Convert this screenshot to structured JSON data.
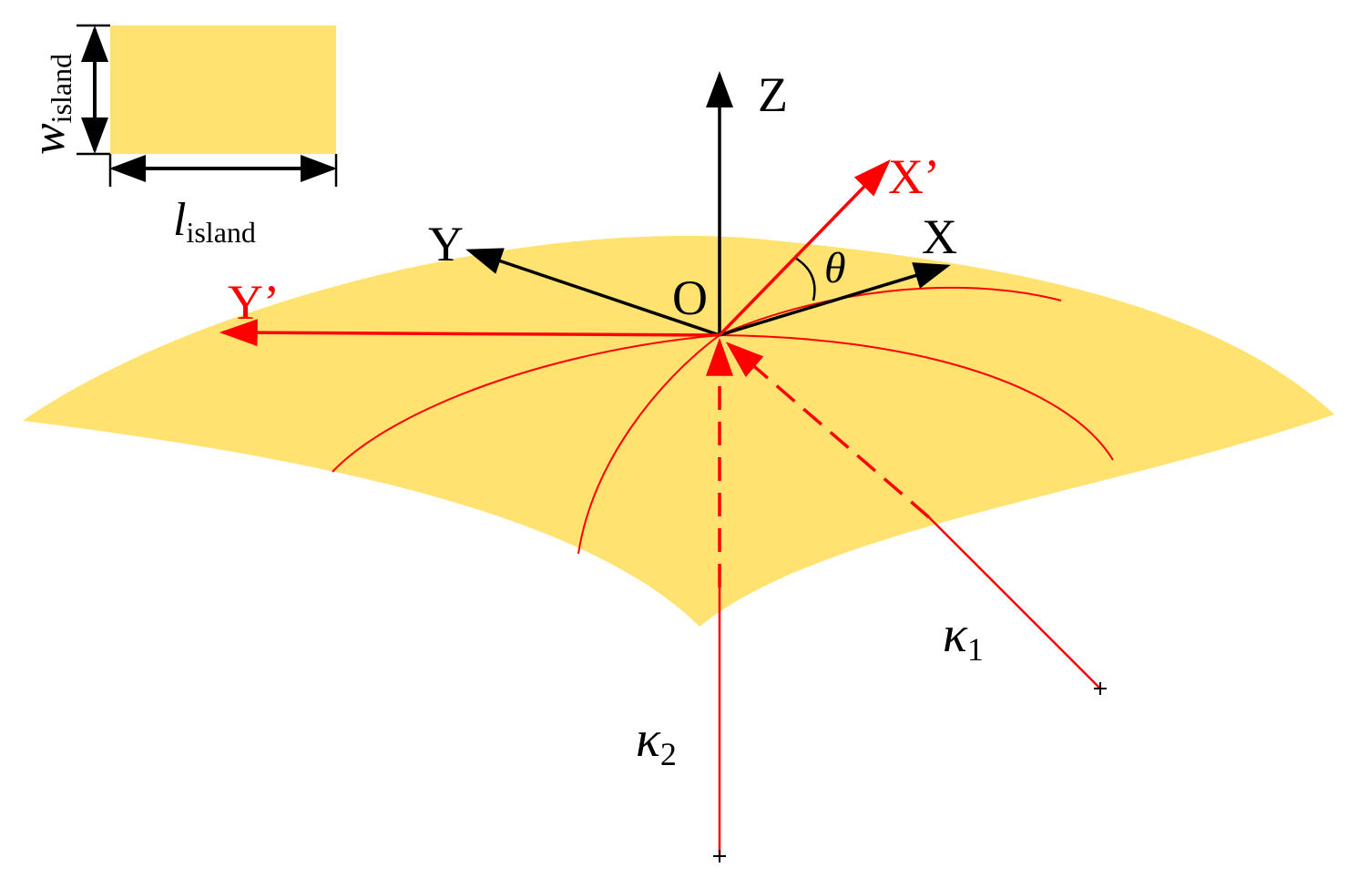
{
  "colors": {
    "surface": "#FFE26F",
    "original_axes": "#000000",
    "principal_axes": "#FF0000",
    "curvature_lines": "#FF0000",
    "background": "#FFFFFF"
  },
  "inset": {
    "width_label": {
      "base": "w",
      "subscript": "island"
    },
    "length_label": {
      "base": "l",
      "subscript": "island"
    }
  },
  "axes": {
    "origin": "O",
    "z": "Z",
    "x": "X",
    "y": "Y",
    "x_prime": "X’",
    "y_prime": "Y’",
    "angle": "θ"
  },
  "curvatures": {
    "k1": {
      "base": "κ",
      "subscript": "1"
    },
    "k2": {
      "base": "κ",
      "subscript": "2"
    }
  }
}
